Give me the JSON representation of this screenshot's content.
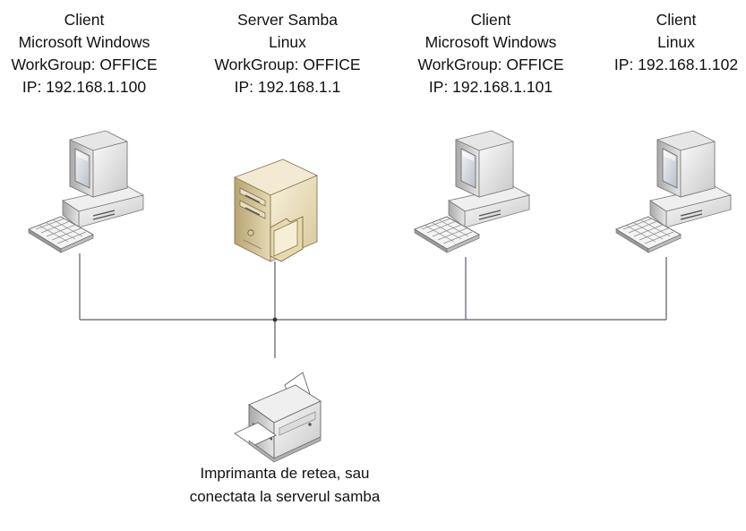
{
  "nodes": {
    "client_windows_1": {
      "lines": [
        "Client",
        "Microsoft Windows",
        "WorkGroup: OFFICE",
        "IP: 192.168.1.100"
      ],
      "icon": "desktop-computer-icon"
    },
    "server_samba": {
      "lines": [
        "Server Samba",
        "Linux",
        "WorkGroup: OFFICE",
        "IP: 192.168.1.1"
      ],
      "icon": "server-tower-icon"
    },
    "client_windows_2": {
      "lines": [
        "Client",
        "Microsoft Windows",
        "WorkGroup: OFFICE",
        "IP: 192.168.1.101"
      ],
      "icon": "desktop-computer-icon"
    },
    "client_linux": {
      "lines": [
        "Client",
        "Linux",
        "IP: 192.168.1.102"
      ],
      "icon": "desktop-computer-icon"
    },
    "printer": {
      "lines": [
        "Imprimanta de retea, sau",
        "conectata la serverul samba"
      ],
      "icon": "network-printer-icon"
    }
  },
  "colors": {
    "line": "#5a5a6a",
    "case_light": "#f4f4f4",
    "case_mid": "#d0d0d0",
    "case_dark": "#8a8a8a",
    "screen": "#d9dde3",
    "server_beige": "#ece2c6",
    "server_shadow": "#c9b98f"
  }
}
